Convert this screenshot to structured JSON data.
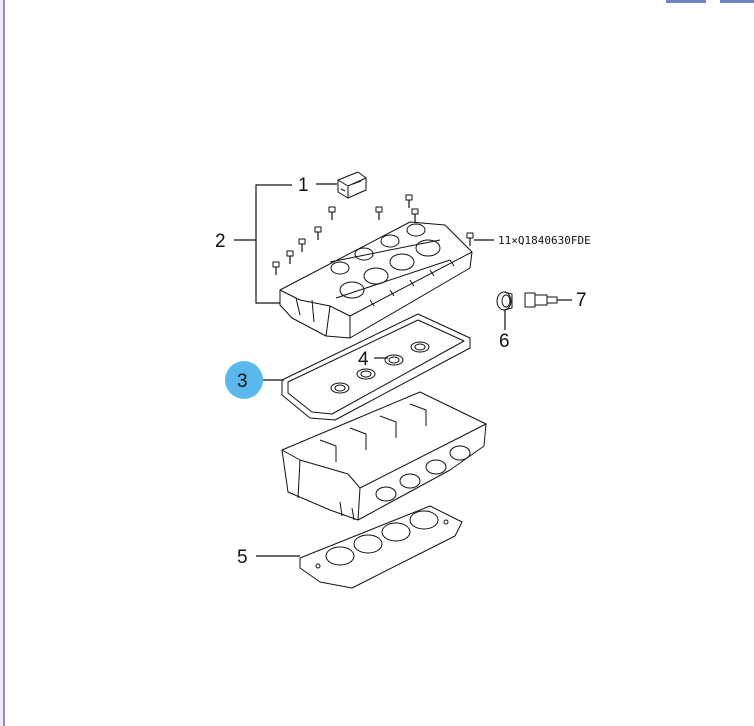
{
  "callouts": [
    {
      "id": "1",
      "label": "1"
    },
    {
      "id": "2",
      "label": "2"
    },
    {
      "id": "3",
      "label": "3",
      "highlighted": true
    },
    {
      "id": "4",
      "label": "4"
    },
    {
      "id": "5",
      "label": "5"
    },
    {
      "id": "6",
      "label": "6"
    },
    {
      "id": "7",
      "label": "7"
    }
  ],
  "part_code": "11×Q1840630FDE",
  "colors": {
    "highlight": "#5ab8ec",
    "line": "#111111",
    "frame": "#8f8cc0",
    "tab": "#6f86c6"
  }
}
